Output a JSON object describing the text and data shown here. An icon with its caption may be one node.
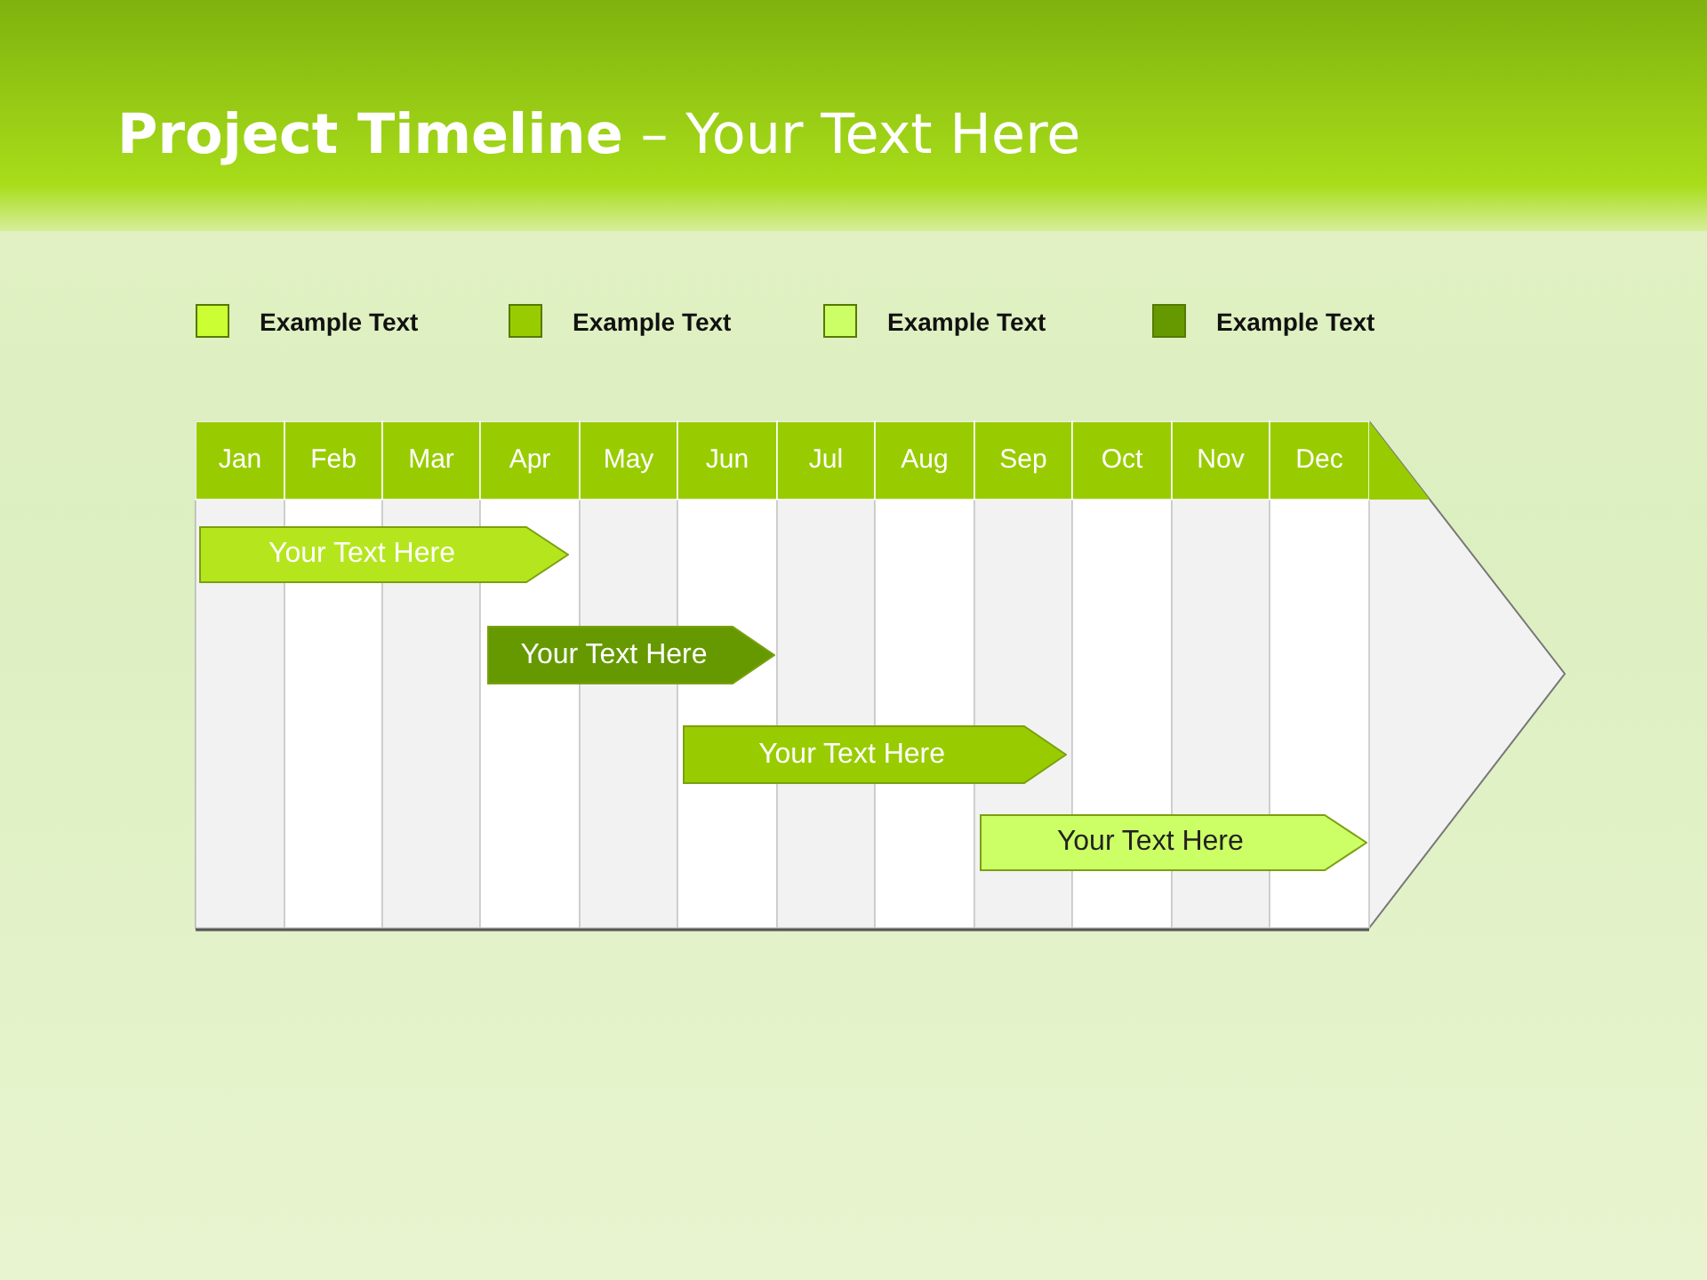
{
  "diagram": {
    "title": "**Project Timeline** – Your Text Here",
    "nodes": [
      {
        "text": [
          "Your Text Here"
        ]
      },
      {
        "text": [
          "Your Text Here"
        ]
      },
      {
        "text": [
          "Your Text Here"
        ]
      },
      {
        "text": [
          "Your Text Here"
        ]
      }
    ],
    "edges": [],
    "labels": [
      "Jan",
      "Feb",
      "Mar",
      "Apr",
      "May",
      "Jun",
      "Jul",
      "Aug",
      "Sep",
      "Oct",
      "Nov",
      "Dec"
    ],
    "legend": [
      {
        "text": "Example Text",
        "color": "#ccff33"
      },
      {
        "text": "Example Text",
        "color": "#99cc00"
      },
      {
        "text": "Example Text",
        "color": "#ccff66"
      },
      {
        "text": "Example Text",
        "color": "#669900"
      }
    ]
  }
}
